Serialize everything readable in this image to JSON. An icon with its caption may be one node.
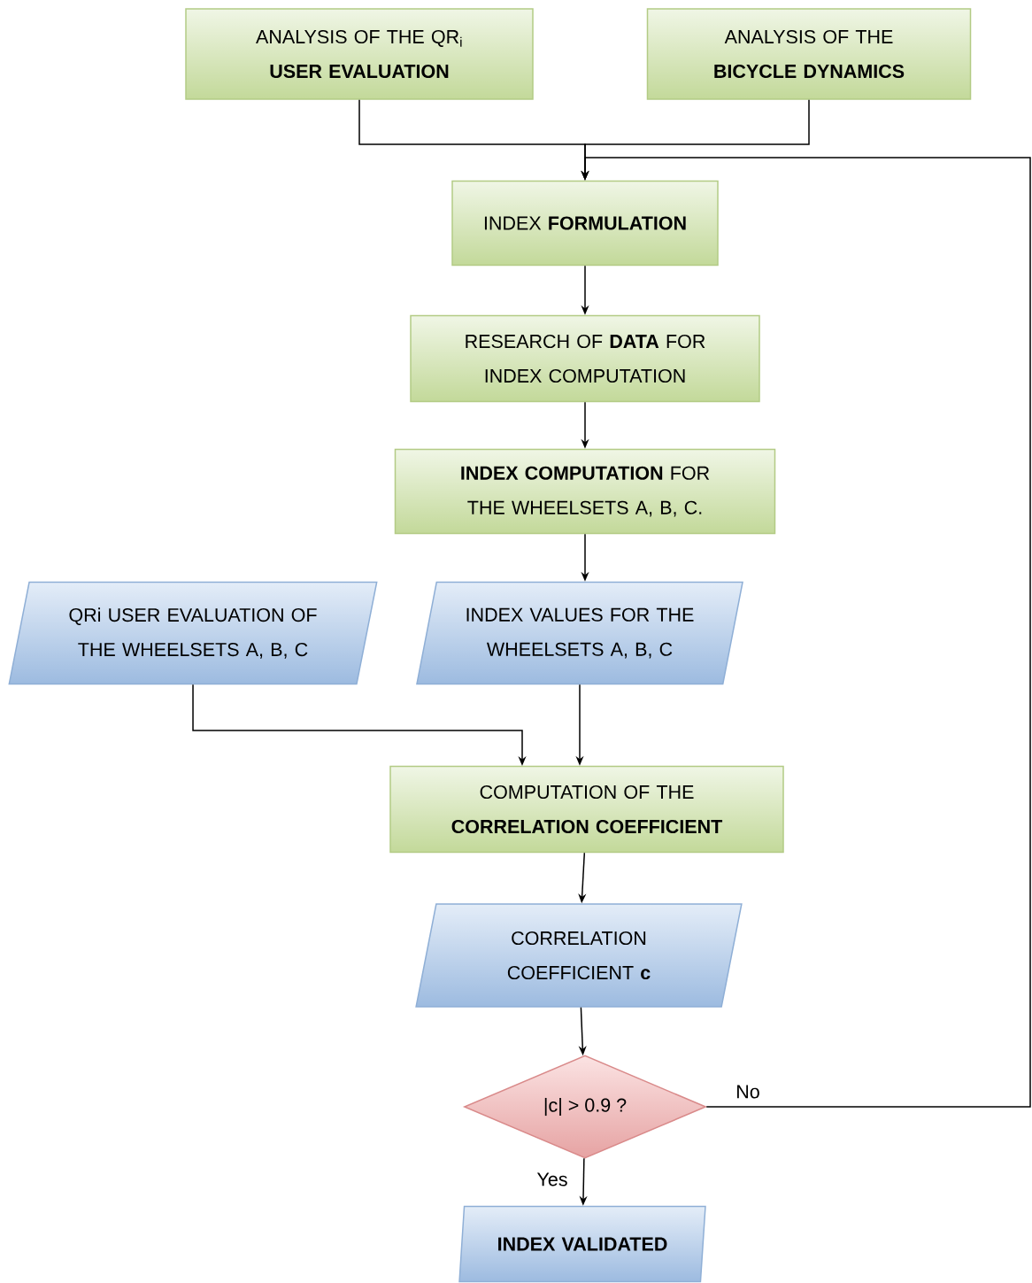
{
  "diagram": {
    "nodes": [
      {
        "text": [
          "ANALYSIS OF THE QR$_{i}$ **USER EVALUATION**"
        ]
      },
      {
        "text": [
          "ANALYSIS OF THE **BICYCLE DYNAMICS**"
        ]
      },
      {
        "text": [
          "INDEX **FORMULATION**"
        ]
      },
      {
        "text": [
          "RESEARCH OF **DATA** FOR INDEX COMPUTATION"
        ]
      },
      {
        "text": [
          "**INDEX COMPUTATION** FOR THE WHEELSETS A, B, C."
        ]
      },
      {
        "text": [
          "QRi USER EVALUATION OF THE WHEELSETS A, B, C"
        ]
      },
      {
        "text": [
          "INDEX VALUES FOR THE WHEELSETS A, B, C"
        ]
      },
      {
        "text": [
          "COMPUTATION OF THE **CORRELATION COEFFICIENT**"
        ]
      },
      {
        "text": [
          "CORRELATION COEFFICIENT **c**"
        ]
      },
      {
        "text": [
          "|c| > 0.9 ?"
        ]
      },
      {
        "text": [
          "INDEX VALIDATED"
        ]
      }
    ],
    "edges": [
      {
        "from": 0,
        "to": 2,
        "arrow": "to"
      },
      {
        "from": 1,
        "to": 2,
        "arrow": "to"
      },
      {
        "from": 2,
        "to": 3,
        "arrow": "to"
      },
      {
        "from": 3,
        "to": 4,
        "arrow": "to"
      },
      {
        "from": 4,
        "to": 6,
        "arrow": "to"
      },
      {
        "from": 5,
        "to": 7,
        "arrow": "to"
      },
      {
        "from": 6,
        "to": 7,
        "arrow": "to"
      },
      {
        "from": 7,
        "to": 8,
        "arrow": "to"
      },
      {
        "from": 8,
        "to": 9,
        "arrow": "to"
      },
      {
        "from": 9,
        "to": 10,
        "arrow": "to",
        "label": "Yes"
      },
      {
        "from": 9,
        "to": 2,
        "arrow": "to",
        "label": "No"
      }
    ]
  }
}
